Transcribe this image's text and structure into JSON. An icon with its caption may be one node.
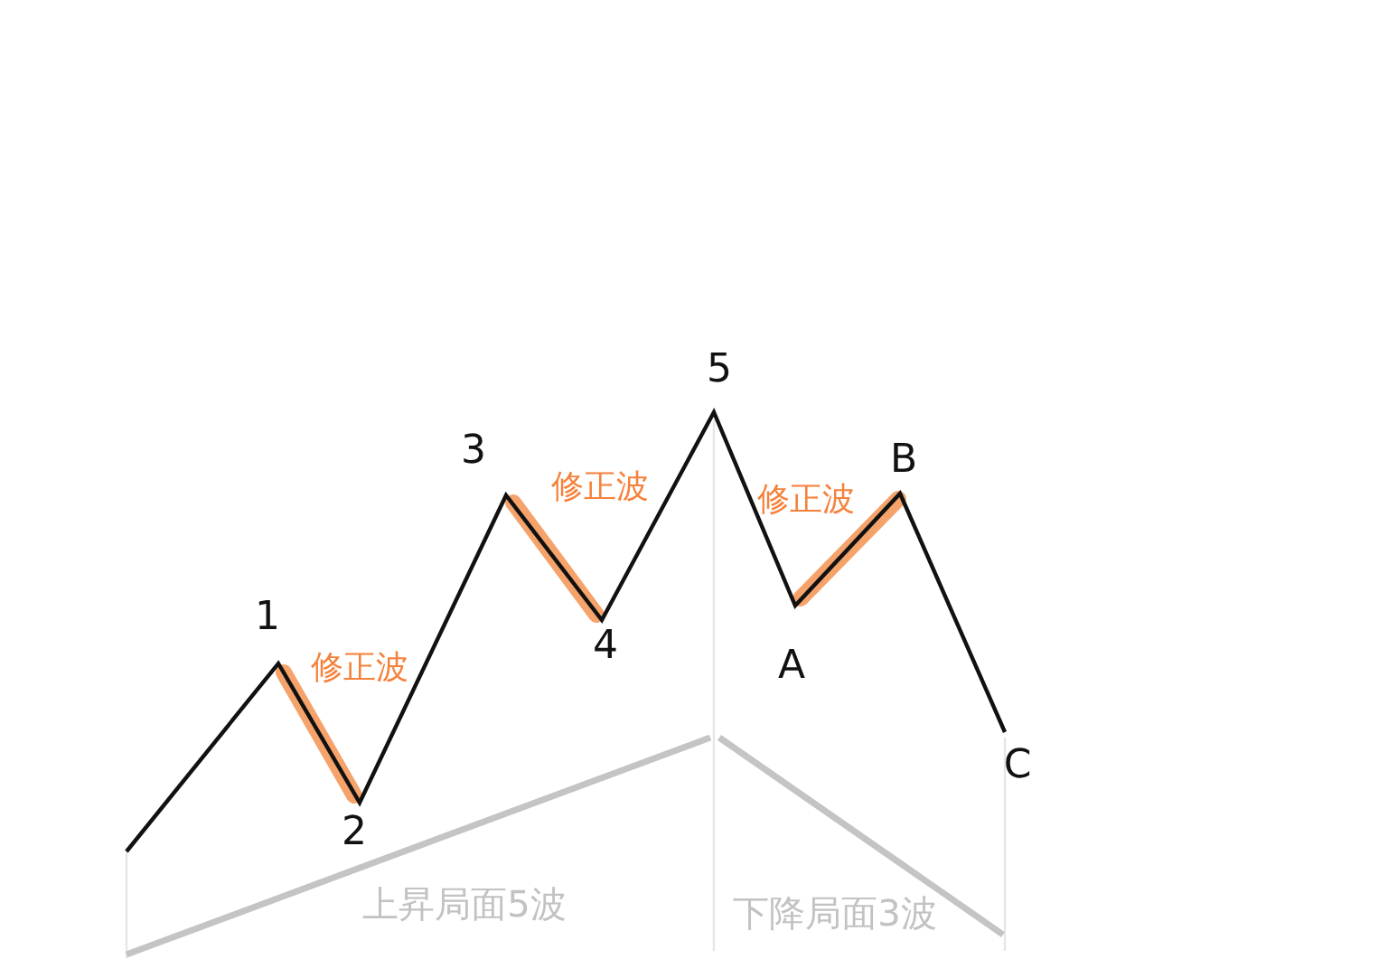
{
  "diagram": {
    "labels": [
      "5",
      "3",
      "B",
      "修正波",
      "修正波",
      "1",
      "修正波",
      "4",
      "A",
      "C",
      "2",
      "上昇局面5波",
      "下降局面3波"
    ]
  }
}
